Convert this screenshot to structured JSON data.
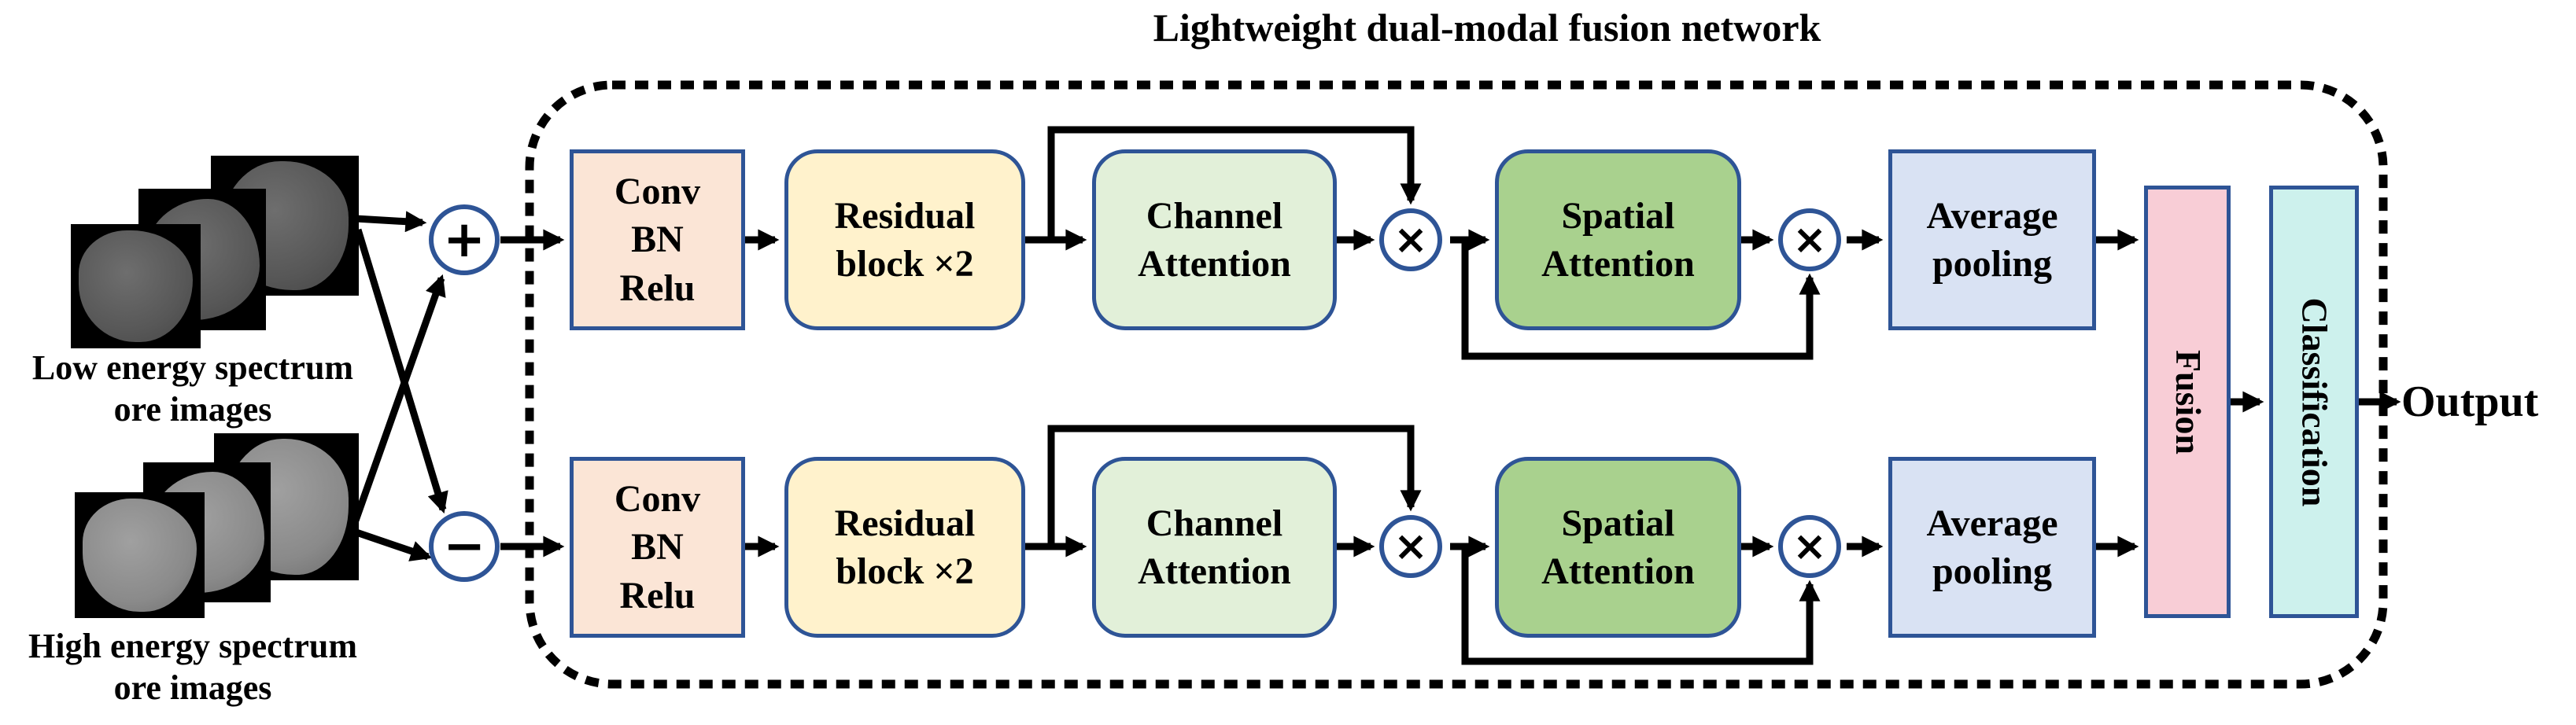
{
  "title": "Lightweight dual-modal fusion network",
  "inputs": {
    "low": {
      "lines": [
        "Low energy spectrum",
        "ore images"
      ]
    },
    "high": {
      "lines": [
        "High energy spectrum",
        "ore images"
      ]
    }
  },
  "operators": {
    "plus": "+",
    "minus": "−",
    "multiply": "×"
  },
  "blocks": {
    "conv": {
      "lines": [
        "Conv",
        "BN",
        "Relu"
      ]
    },
    "residual": {
      "lines": [
        "Residual",
        "block ×2"
      ]
    },
    "channel": {
      "lines": [
        "Channel",
        "Attention"
      ]
    },
    "spatial": {
      "lines": [
        "Spatial",
        "Attention"
      ]
    },
    "avgpool": {
      "lines": [
        "Average",
        "pooling"
      ]
    },
    "fusion": {
      "label": "Fusion"
    },
    "classification": {
      "label": "Classification"
    }
  },
  "output_label": "Output",
  "colors": {
    "border": "#2E5496",
    "line": "#000000",
    "conv": "#FBE5D6",
    "residual": "#FFF2CC",
    "channel": "#E2F0D9",
    "spatial": "#A9D18E",
    "avgpool": "#D9E2F3",
    "fusion": "#F8CDD6",
    "classification": "#CDF1ED"
  }
}
